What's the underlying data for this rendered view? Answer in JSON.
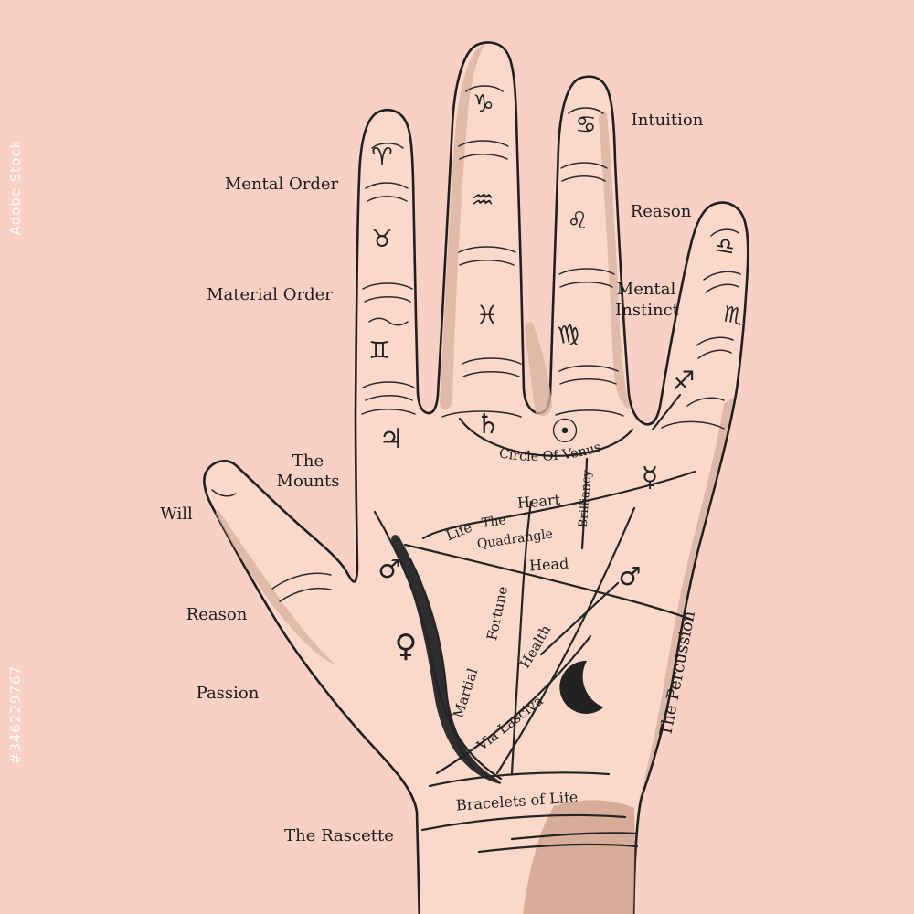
{
  "canvas": {
    "background": "#f8d0c4",
    "hand_fill": "#fad8ca",
    "shadow_color": "#d9b2a0",
    "ink_color": "#222222"
  },
  "watermark": {
    "brand": "Adobe Stock",
    "asset_id": "#346229767"
  },
  "outer_labels": {
    "mental_order": "Mental Order",
    "material_order": "Material Order",
    "the_mounts_line1": "The",
    "the_mounts_line2": "Mounts",
    "will": "Will",
    "reason_left": "Reason",
    "passion": "Passion",
    "the_rascette": "The Rascette",
    "intuition": "Intuition",
    "reason_right": "Reason",
    "mental_instinct_line1": "Mental",
    "mental_instinct_line2": "Instinct",
    "the_percussion": "The Percussion"
  },
  "palm_labels": {
    "circle_of_venus": "Circle Of Venus",
    "heart": "Heart",
    "quadrangle_line1": "The",
    "quadrangle_line2": "Quadrangle",
    "head": "Head",
    "brilliancy": "Brilliancy",
    "life": "Life",
    "fortune": "Fortune",
    "health": "Health",
    "martial": "Martial",
    "via_lasciva": "Via Lasciva",
    "bracelets_of_life": "Bracelets of Life"
  },
  "zodiac_symbols": {
    "aries": "♈",
    "taurus": "♉",
    "gemini": "♊",
    "capricorn": "♑",
    "aquarius": "♒",
    "pisces": "♓",
    "cancer": "♋",
    "leo": "♌",
    "virgo": "♍",
    "libra": "♎",
    "scorpio": "♏",
    "sagittarius": "♐"
  },
  "planet_symbols": {
    "jupiter": "♃",
    "saturn": "♄",
    "sun": "☉",
    "mercury": "☿",
    "mars_inner": "♂",
    "mars_outer": "♂",
    "venus": "♀",
    "moon": "☽"
  }
}
